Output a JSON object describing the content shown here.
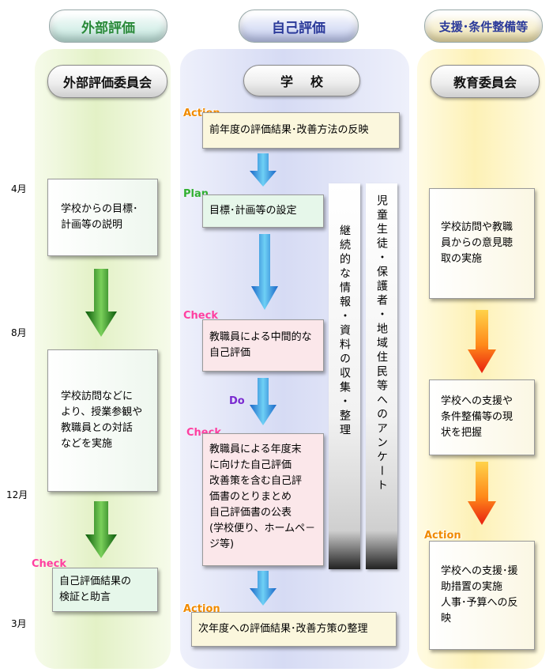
{
  "headers": {
    "external": "外部評価",
    "self": "自己評価",
    "support": "支援･条件整備等"
  },
  "organizations": {
    "external": "外部評価委員会",
    "school": "学校",
    "board": "教育委員会"
  },
  "months": [
    "4月",
    "8月",
    "12月",
    "3月"
  ],
  "external_column": {
    "box1": [
      "学校からの目標･",
      "計画等の説明"
    ],
    "box2": [
      "学校訪問などに",
      "より、授業参観や",
      "教職員との対話",
      "などを実施"
    ],
    "box3_tag": "Check",
    "box3": [
      "自己評価結果の",
      "検証と助言"
    ]
  },
  "school_column": {
    "step1_tag": "Action",
    "step1": "前年度の評価結果･改善方法の反映",
    "step2_tag": "Plan",
    "step2": "目標･計画等の設定",
    "step3_tag": "Check",
    "step3": [
      "教職員による中間的な",
      "自己評価"
    ],
    "step4_tag": "Do",
    "step5_tag": "Check",
    "step5": [
      "教職員による年度末",
      "に向けた自己評価",
      "改善策を含む自己評",
      "価書のとりまとめ",
      "自己評価書の公表",
      "(学校便り、ホームペ－",
      "ジ等)"
    ],
    "step6_tag": "Action",
    "step6": "次年度への評価結果･改善方策の整理",
    "vertical1": "継続的な情報・資料の収集・整理",
    "vertical2": "児童生徒・保護者・地域住民等へのアンケート"
  },
  "board_column": {
    "box1": [
      "学校訪問や教職",
      "員からの意見聴",
      "取の実施"
    ],
    "box2": [
      "学校への支援や",
      "条件整備等の現",
      "状を把握"
    ],
    "box3_tag": "Action",
    "box3": [
      "学校への支援･援",
      "助措置の実施",
      "人事･予算への反",
      "映"
    ]
  }
}
